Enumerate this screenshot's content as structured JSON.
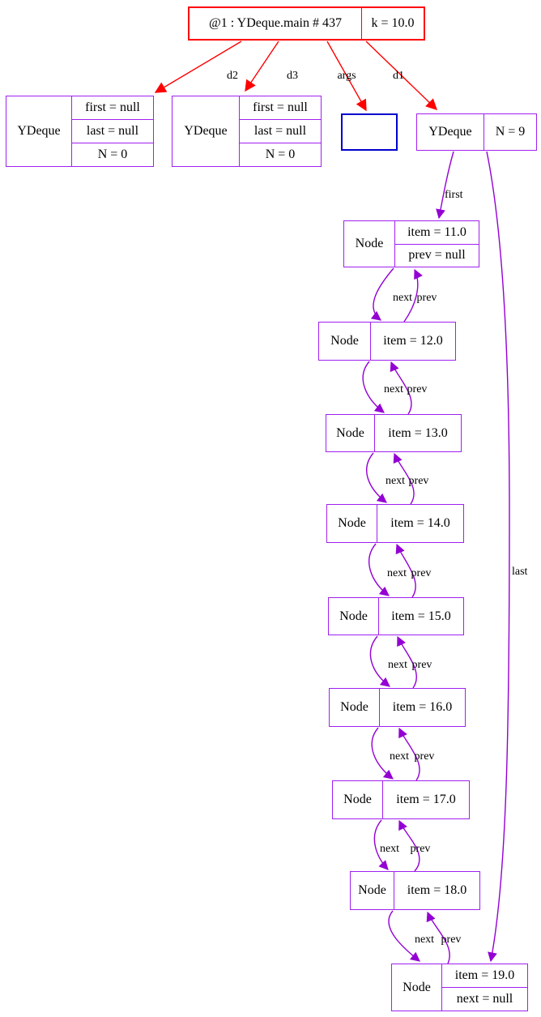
{
  "graph": {
    "frame": {
      "title": "@1 : YDeque.main # 437",
      "field": "k = 10.0"
    },
    "frame_edge_labels": [
      "d2",
      "d3",
      "args",
      "d1"
    ],
    "deques": [
      {
        "label": "YDeque",
        "fields": [
          "first = null",
          "last = null",
          "N = 0"
        ]
      },
      {
        "label": "YDeque",
        "fields": [
          "first = null",
          "last = null",
          "N = 0"
        ]
      },
      {
        "label": "YDeque",
        "fields": [
          "N = 9"
        ]
      }
    ],
    "nodes": [
      {
        "label": "Node",
        "fields": [
          "item = 11.0",
          "prev = null"
        ]
      },
      {
        "label": "Node",
        "fields": [
          "item = 12.0"
        ]
      },
      {
        "label": "Node",
        "fields": [
          "item = 13.0"
        ]
      },
      {
        "label": "Node",
        "fields": [
          "item = 14.0"
        ]
      },
      {
        "label": "Node",
        "fields": [
          "item = 15.0"
        ]
      },
      {
        "label": "Node",
        "fields": [
          "item = 16.0"
        ]
      },
      {
        "label": "Node",
        "fields": [
          "item = 17.0"
        ]
      },
      {
        "label": "Node",
        "fields": [
          "item = 18.0"
        ]
      },
      {
        "label": "Node",
        "fields": [
          "item = 19.0",
          "next = null"
        ]
      }
    ],
    "edge_labels": {
      "first": "first",
      "last": "last",
      "next": "next",
      "prev": "prev"
    },
    "colors": {
      "frame": "#fe0000",
      "object": "#a020f0",
      "edge": "#9400d3",
      "args_box": "#0000cd",
      "text": "#000000"
    }
  }
}
